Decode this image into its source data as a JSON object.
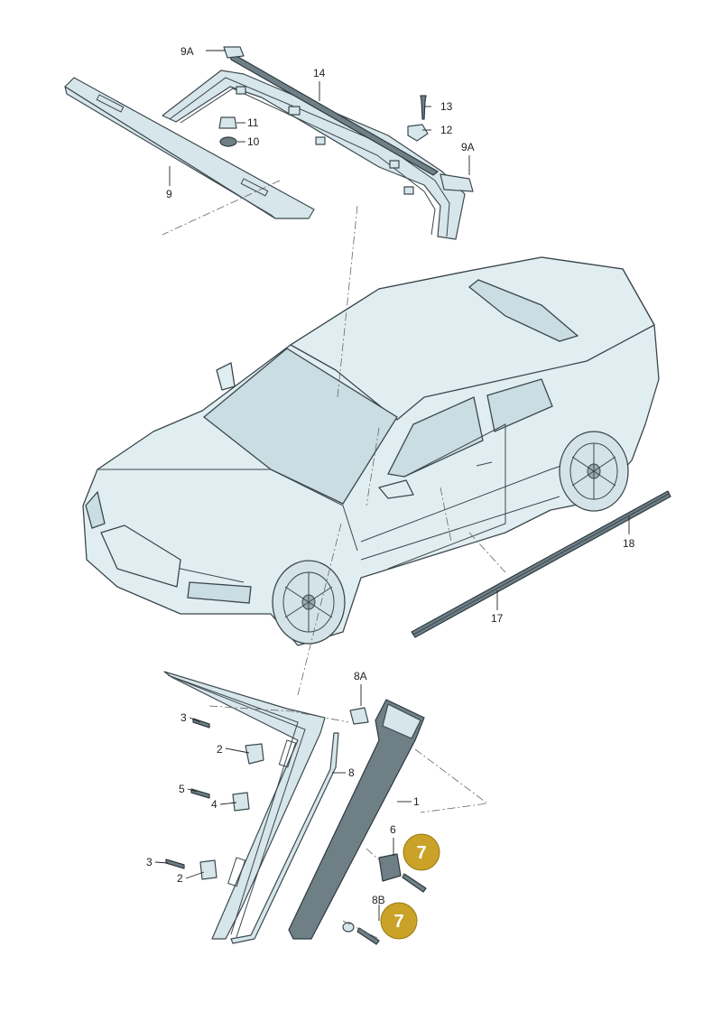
{
  "labels": {
    "l9a_top": "9A",
    "l14": "14",
    "l13": "13",
    "l12": "12",
    "l9a_right": "9A",
    "l11": "11",
    "l10": "10",
    "l9": "9",
    "l18": "18",
    "l17": "17",
    "l8a": "8A",
    "l3_top": "3",
    "l2_top": "2",
    "l8": "8",
    "l5": "5",
    "l4": "4",
    "l1": "1",
    "l6": "6",
    "l3_bottom": "3",
    "l2_bottom": "2",
    "l8b": "8B"
  },
  "badges": {
    "upper": "7",
    "lower": "7"
  },
  "colors": {
    "badge": "#c9a227",
    "part_fill": "#d7e6ea",
    "car_body": "#e1eef1",
    "line": "#3b474d"
  }
}
